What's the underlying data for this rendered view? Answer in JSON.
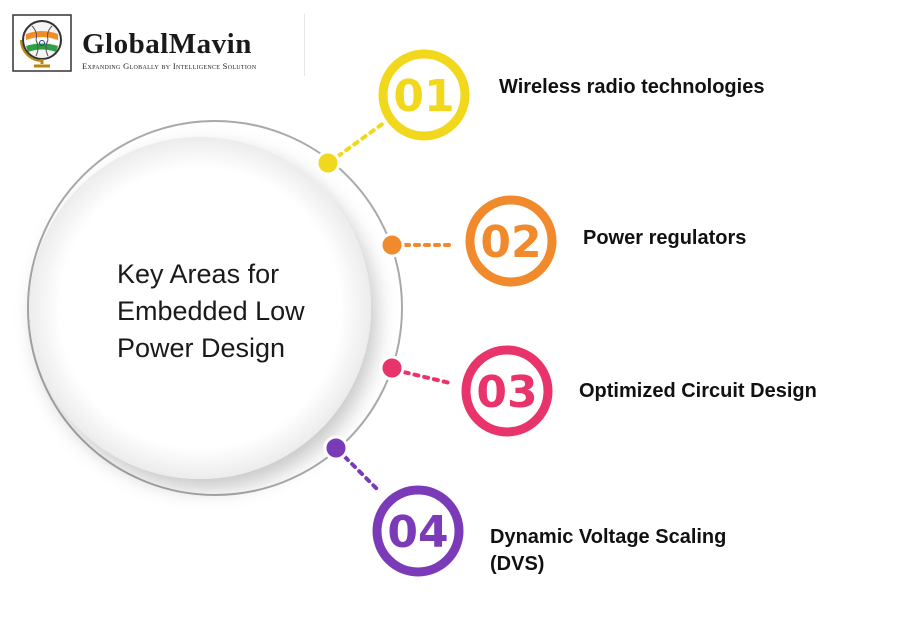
{
  "brand": {
    "name": "GlobalMavin",
    "tagline": "Expanding Globally by Intelligence Solution"
  },
  "center": {
    "title": "Key Areas for Embedded Low Power Design"
  },
  "items": [
    {
      "number": "01",
      "label": "Wireless radio technologies",
      "color": "#f2d81c"
    },
    {
      "number": "02",
      "label": "Power regulators",
      "color": "#f08a2c"
    },
    {
      "number": "03",
      "label": "Optimized Circuit Design",
      "color": "#e8336b"
    },
    {
      "number": "04",
      "label": "Dynamic Voltage Scaling (DVS)",
      "color": "#7b3bb8"
    }
  ],
  "colors": {
    "ring": "#a9a9a9",
    "text": "#111111"
  }
}
